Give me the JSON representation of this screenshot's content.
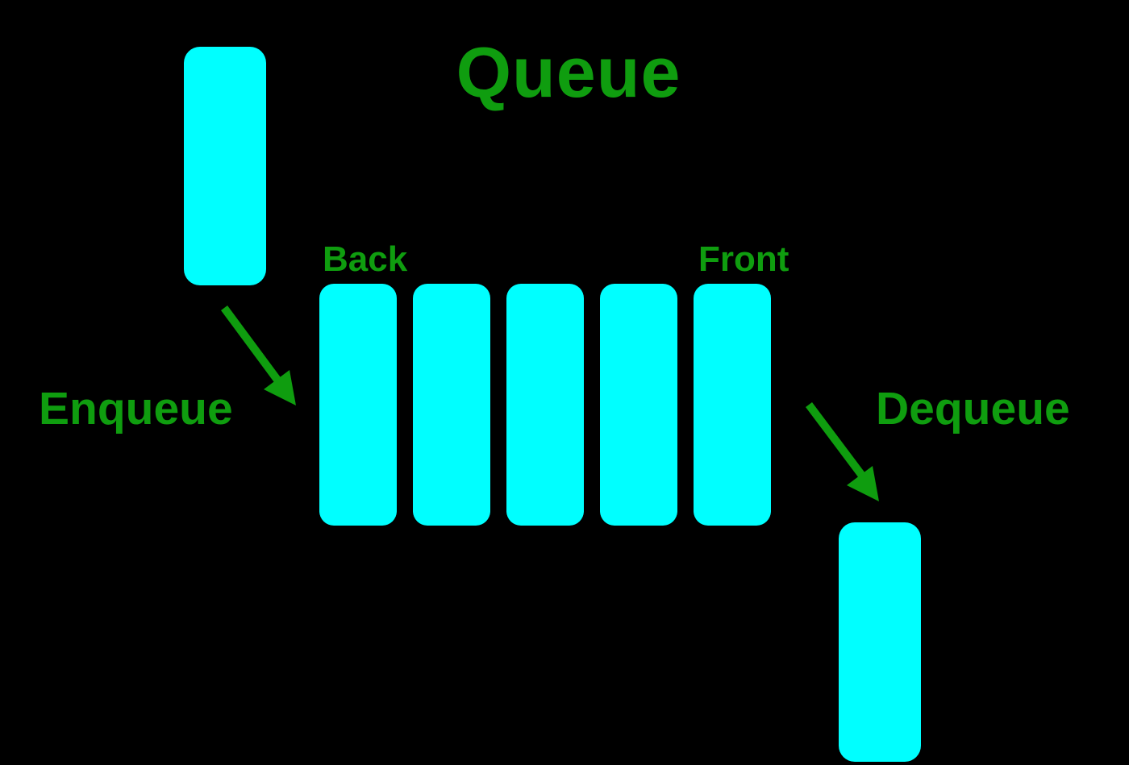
{
  "diagram": {
    "title": "Queue",
    "labels": {
      "back": "Back",
      "front": "Front",
      "enqueue": "Enqueue",
      "dequeue": "Dequeue"
    },
    "queue": {
      "cell_count": 5
    },
    "colors": {
      "background": "#000000",
      "green": "#0f9d0f",
      "cyan": "#00ffff"
    }
  }
}
